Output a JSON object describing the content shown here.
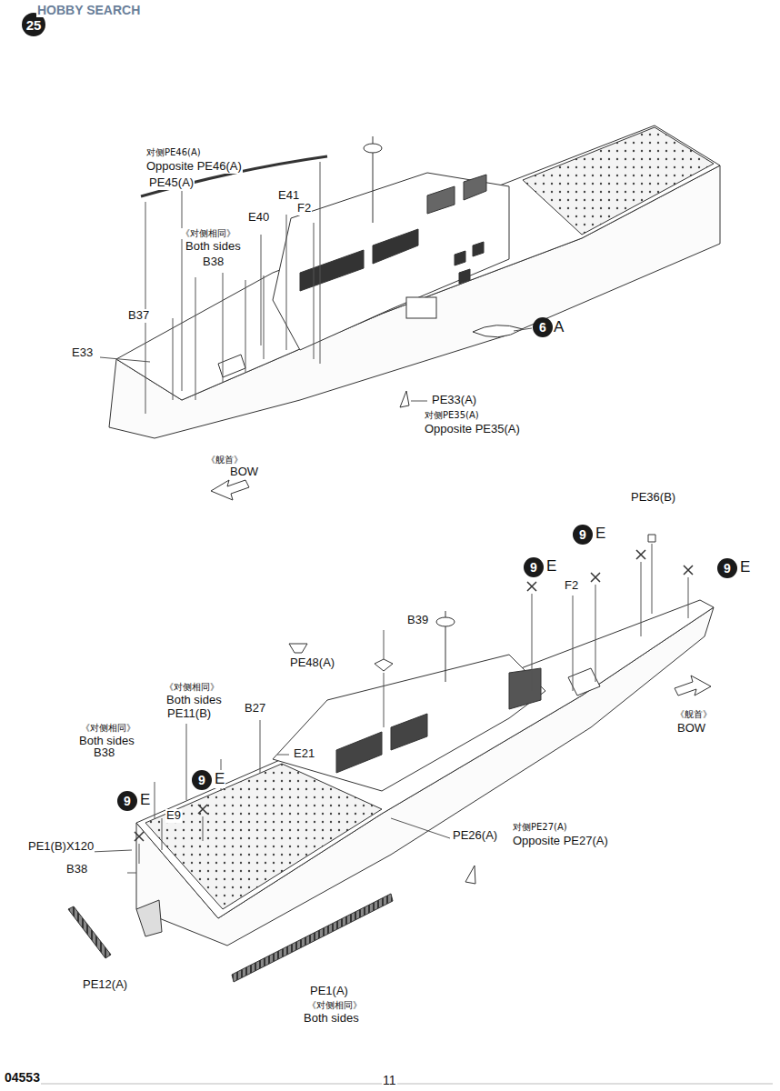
{
  "diagram": {
    "nodes": [
      {
        "text": [
          "25"
        ]
      },
      {
        "text": [
          "6"
        ]
      },
      {
        "text": [
          "9"
        ]
      },
      {
        "text": [
          "9"
        ]
      },
      {
        "text": [
          "9"
        ]
      },
      {
        "text": [
          "9"
        ]
      },
      {
        "text": [
          "9"
        ]
      }
    ],
    "labels": [
      "HOBBY SEARCH",
      "对侧PE46(A)",
      "Opposite PE46(A)",
      "PE45(A)",
      "E41",
      "E40",
      "F2",
      "《对侧相同》",
      "Both sides",
      "B38",
      "B37",
      "E33",
      "PE33(A)",
      "对侧PE35(A)",
      "Opposite PE35(A)",
      "《舰首》",
      "BOW",
      "A",
      "PE36(B)",
      "E",
      "E",
      "E",
      "B39",
      "PE48(A)",
      "F2",
      "《舰首》",
      "BOW",
      "《对侧相同》",
      "Both sides",
      "PE11(B)",
      "B27",
      "E21",
      "《对侧相同》",
      "Both sides",
      "B38",
      "E",
      "E",
      "E9",
      "PE1(B)X120",
      "B38",
      "PE26(A)",
      "对侧PE27(A)",
      "Opposite PE27(A)",
      "PE12(A)",
      "PE1(A)",
      "《对侧相同》",
      "Both sides",
      "04553",
      "11"
    ]
  }
}
